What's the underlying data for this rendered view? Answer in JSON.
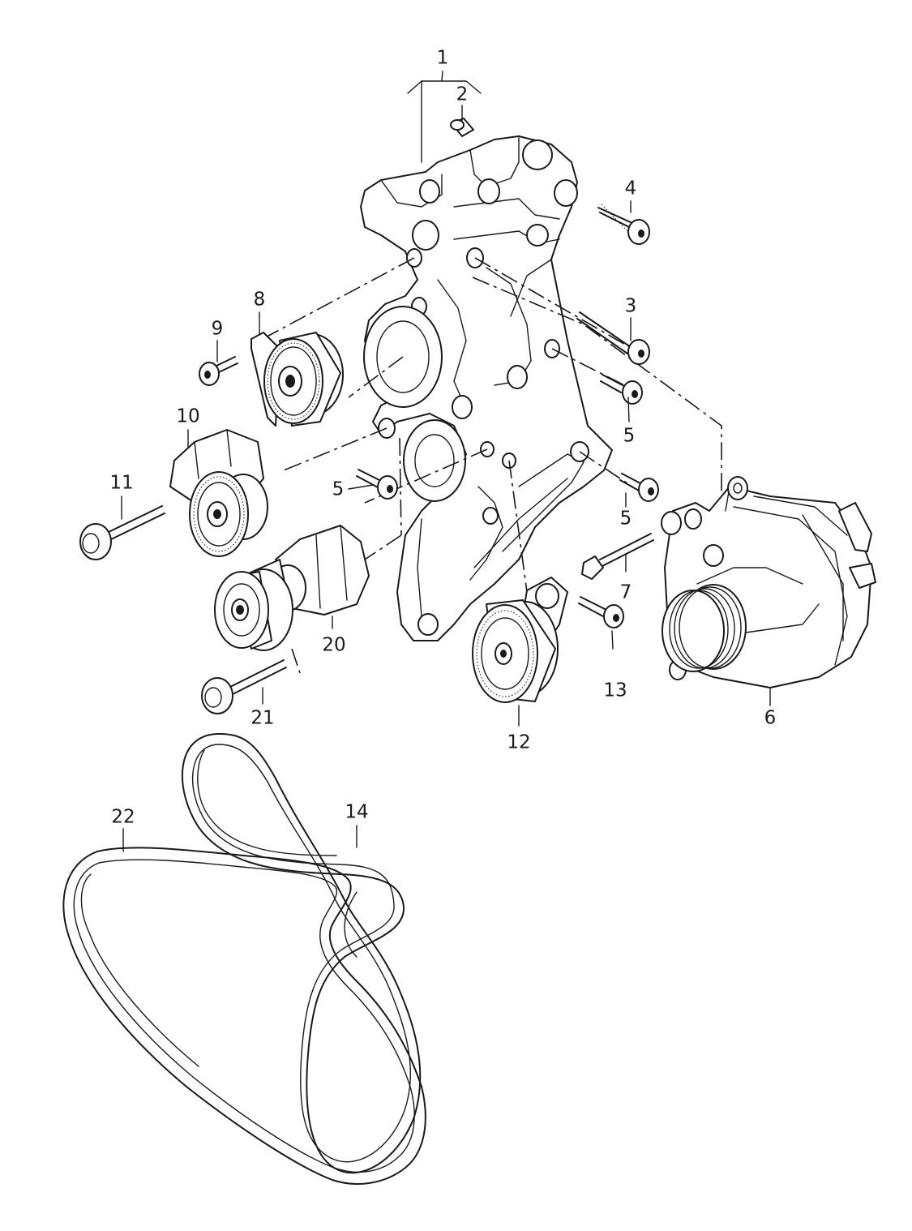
{
  "callouts": [
    {
      "id": "1",
      "label": "1"
    },
    {
      "id": "2",
      "label": "2"
    },
    {
      "id": "3",
      "label": "3"
    },
    {
      "id": "4",
      "label": "4"
    },
    {
      "id": "5a",
      "label": "5"
    },
    {
      "id": "5b",
      "label": "5"
    },
    {
      "id": "5c",
      "label": "5"
    },
    {
      "id": "6",
      "label": "6"
    },
    {
      "id": "7",
      "label": "7"
    },
    {
      "id": "8",
      "label": "8"
    },
    {
      "id": "9",
      "label": "9"
    },
    {
      "id": "10",
      "label": "10"
    },
    {
      "id": "11",
      "label": "11"
    },
    {
      "id": "12",
      "label": "12"
    },
    {
      "id": "13",
      "label": "13"
    },
    {
      "id": "14",
      "label": "14"
    },
    {
      "id": "20",
      "label": "20"
    },
    {
      "id": "21",
      "label": "21"
    },
    {
      "id": "22",
      "label": "22"
    }
  ],
  "colors": {
    "line": "#1a1a1a",
    "background": "#ffffff"
  }
}
